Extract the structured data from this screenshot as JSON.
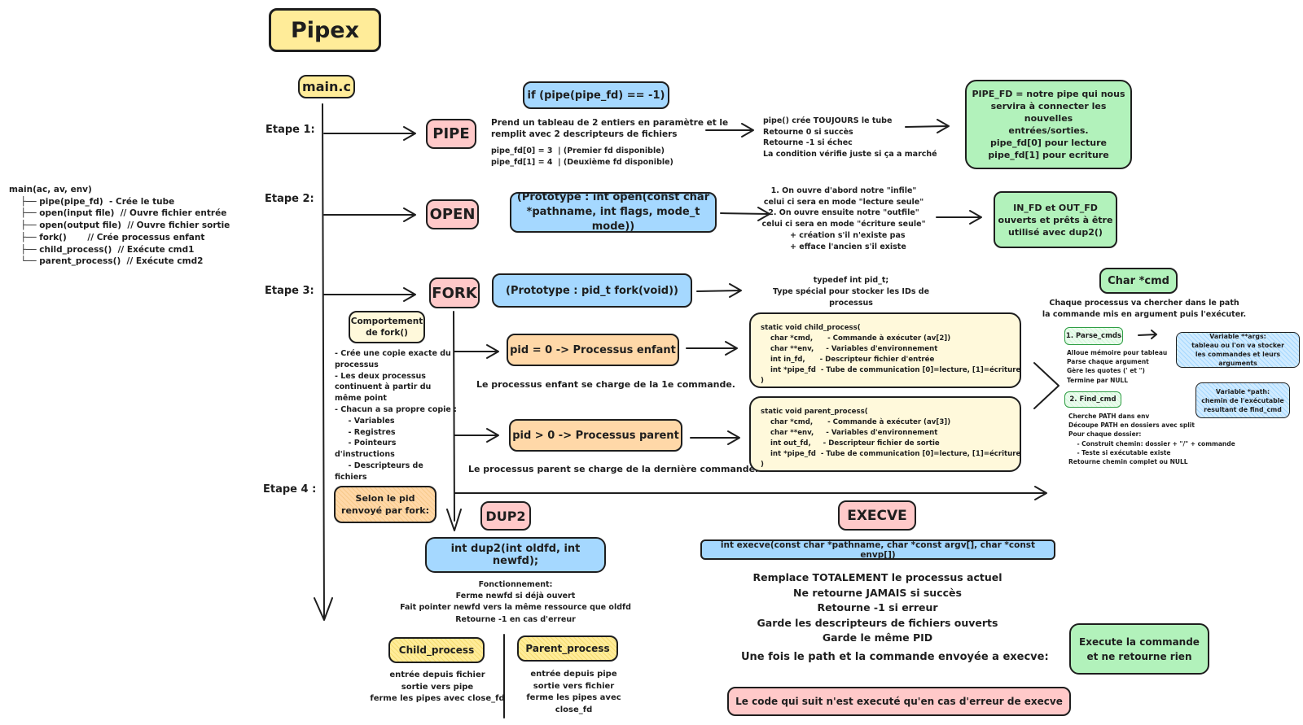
{
  "title": "Pipex",
  "main_c": "main.c",
  "tree": "main(ac, av, env)\n    ├── pipe(pipe_fd)  - Crée le tube\n    ├── open(input file)  // Ouvre fichier entrée\n    ├── open(output file)  // Ouvre fichier sortie\n    ├── fork()       // Crée processus enfant\n    ├── child_process()  // Exécute cmd1\n    └── parent_process()  // Exécute cmd2",
  "steps": {
    "s1": "Etape 1:",
    "s2": "Etape 2:",
    "s3": "Etape 3:",
    "s4": "Etape 4 :"
  },
  "pipe": {
    "label": "PIPE",
    "check": "if (pipe(pipe_fd) == -1)",
    "desc": "Prend un tableau de 2 entiers en paramètre et le\nremplit avec 2 descripteurs de fichiers",
    "fd0": "pipe_fd[0] = 3  | (Premier fd disponible)",
    "fd1": "pipe_fd[1] = 4  | (Deuxième fd disponible)",
    "notes": "pipe() crée TOUJOURS le tube\nRetourne 0 si succès\nRetourne -1 si échec\nLa condition vérifie juste si ça a marché",
    "result": "PIPE_FD = notre pipe qui nous\nservira à connecter les nouvelles\nentrées/sorties.\npipe_fd[0] pour lecture\npipe_fd[1] pour ecriture"
  },
  "open": {
    "label": "OPEN",
    "proto": "(Prototype : int open(const char\n*pathname, int flags, mode_t mode))",
    "notes": "1. On ouvre d'abord notre \"infile\"\ncelui ci sera en mode \"lecture seule\"\n2. On ouvre ensuite notre \"outfile\"\ncelui ci sera en mode \"écriture seule\"",
    "notes2": "+ création s'il n'existe pas\n+ efface l'ancien s'il existe",
    "result": "IN_FD et OUT_FD\nouverts et prêts à être\nutilisé avec dup2()"
  },
  "fork": {
    "label": "FORK",
    "proto": "(Prototype : pid_t fork(void))",
    "typedef": "typedef int pid_t;\nType spécial pour stocker les IDs de processus",
    "behavior_title": "Comportement\nde fork()",
    "behavior": "- Crée une copie exacte du\nprocessus\n- Les deux processus\ncontinuent à partir du\nmême point\n- Chacun a sa propre copie :\n     - Variables\n     - Registres\n     - Pointeurs\nd'instructions\n     - Descripteurs de\nfichiers",
    "select": "Selon le pid\nrenvoyé par fork:",
    "child": "pid = 0 -> Processus enfant",
    "child_desc": "Le processus enfant se charge de la 1e commande.",
    "parent": "pid > 0 -> Processus parent",
    "parent_desc": "Le processus parent se charge de la dernière commande.",
    "child_code": "static void child_process(\n    char *cmd,      - Commande à exécuter (av[2])\n    char **env,     - Variables d'environnement\n    int in_fd,      - Descripteur fichier d'entrée\n    int *pipe_fd  - Tube de communication [0]=lecture, [1]=écriture\n)",
    "parent_code": "static void parent_process(\n    char *cmd,      - Commande à exécuter (av[3])\n    char **env,     - Variables d'environnement\n    int out_fd,     - Descripteur fichier de sortie\n    int *pipe_fd  - Tube de communication [0]=lecture, [1]=écriture\n)"
  },
  "cmd": {
    "label": "Char *cmd",
    "desc": "Chaque processus va chercher dans le path\nla commande mis en argument puis l'exécuter.",
    "parse": "1. Parse_cmds",
    "parse_desc": "Alloue mémoire pour tableau\nParse chaque argument\nGère les quotes (' et \")\nTermine par NULL",
    "args": "Variable **args:\ntableau ou l'on va stocker\nles commandes et leurs arguments",
    "find": "2. Find_cmd",
    "find_desc": "Cherche PATH dans env\nDécoupe PATH en dossiers avec split\nPour chaque dossier:\n    - Construit chemin: dossier + \"/\" + commande\n    - Teste si exécutable existe\nRetourne chemin complet ou NULL",
    "path": "Variable *path:\nchemin de l'exécutable\nresultant de find_cmd"
  },
  "dup2": {
    "label": "DUP2",
    "proto": "int dup2(int oldfd, int newfd);",
    "desc": "Fonctionnement:\nFerme newfd si déjà ouvert\nFait pointer newfd vers la même ressource que oldfd\nRetourne -1 en cas d'erreur",
    "child": "Child_process",
    "child_desc": "entrée depuis fichier\nsortie vers pipe\nferme les pipes avec close_fd",
    "parent": "Parent_process",
    "parent_desc": "entrée depuis pipe\nsortie vers fichier\nferme les pipes avec close_fd"
  },
  "execve": {
    "label": "EXECVE",
    "proto": "int execve(const char *pathname, char *const argv[], char *const envp[])",
    "desc": "Remplace TOTALEMENT le processus actuel\nNe retourne JAMAIS si succès\nRetourne -1 si erreur\nGarde les descripteurs de fichiers ouverts\nGarde le même PID",
    "once": "Une fois le path et la commande envoyée a execve:",
    "result": "Execute la commande\net ne retourne rien",
    "error": "Le code qui suit n'est executé qu'en cas d'erreur de execve"
  }
}
